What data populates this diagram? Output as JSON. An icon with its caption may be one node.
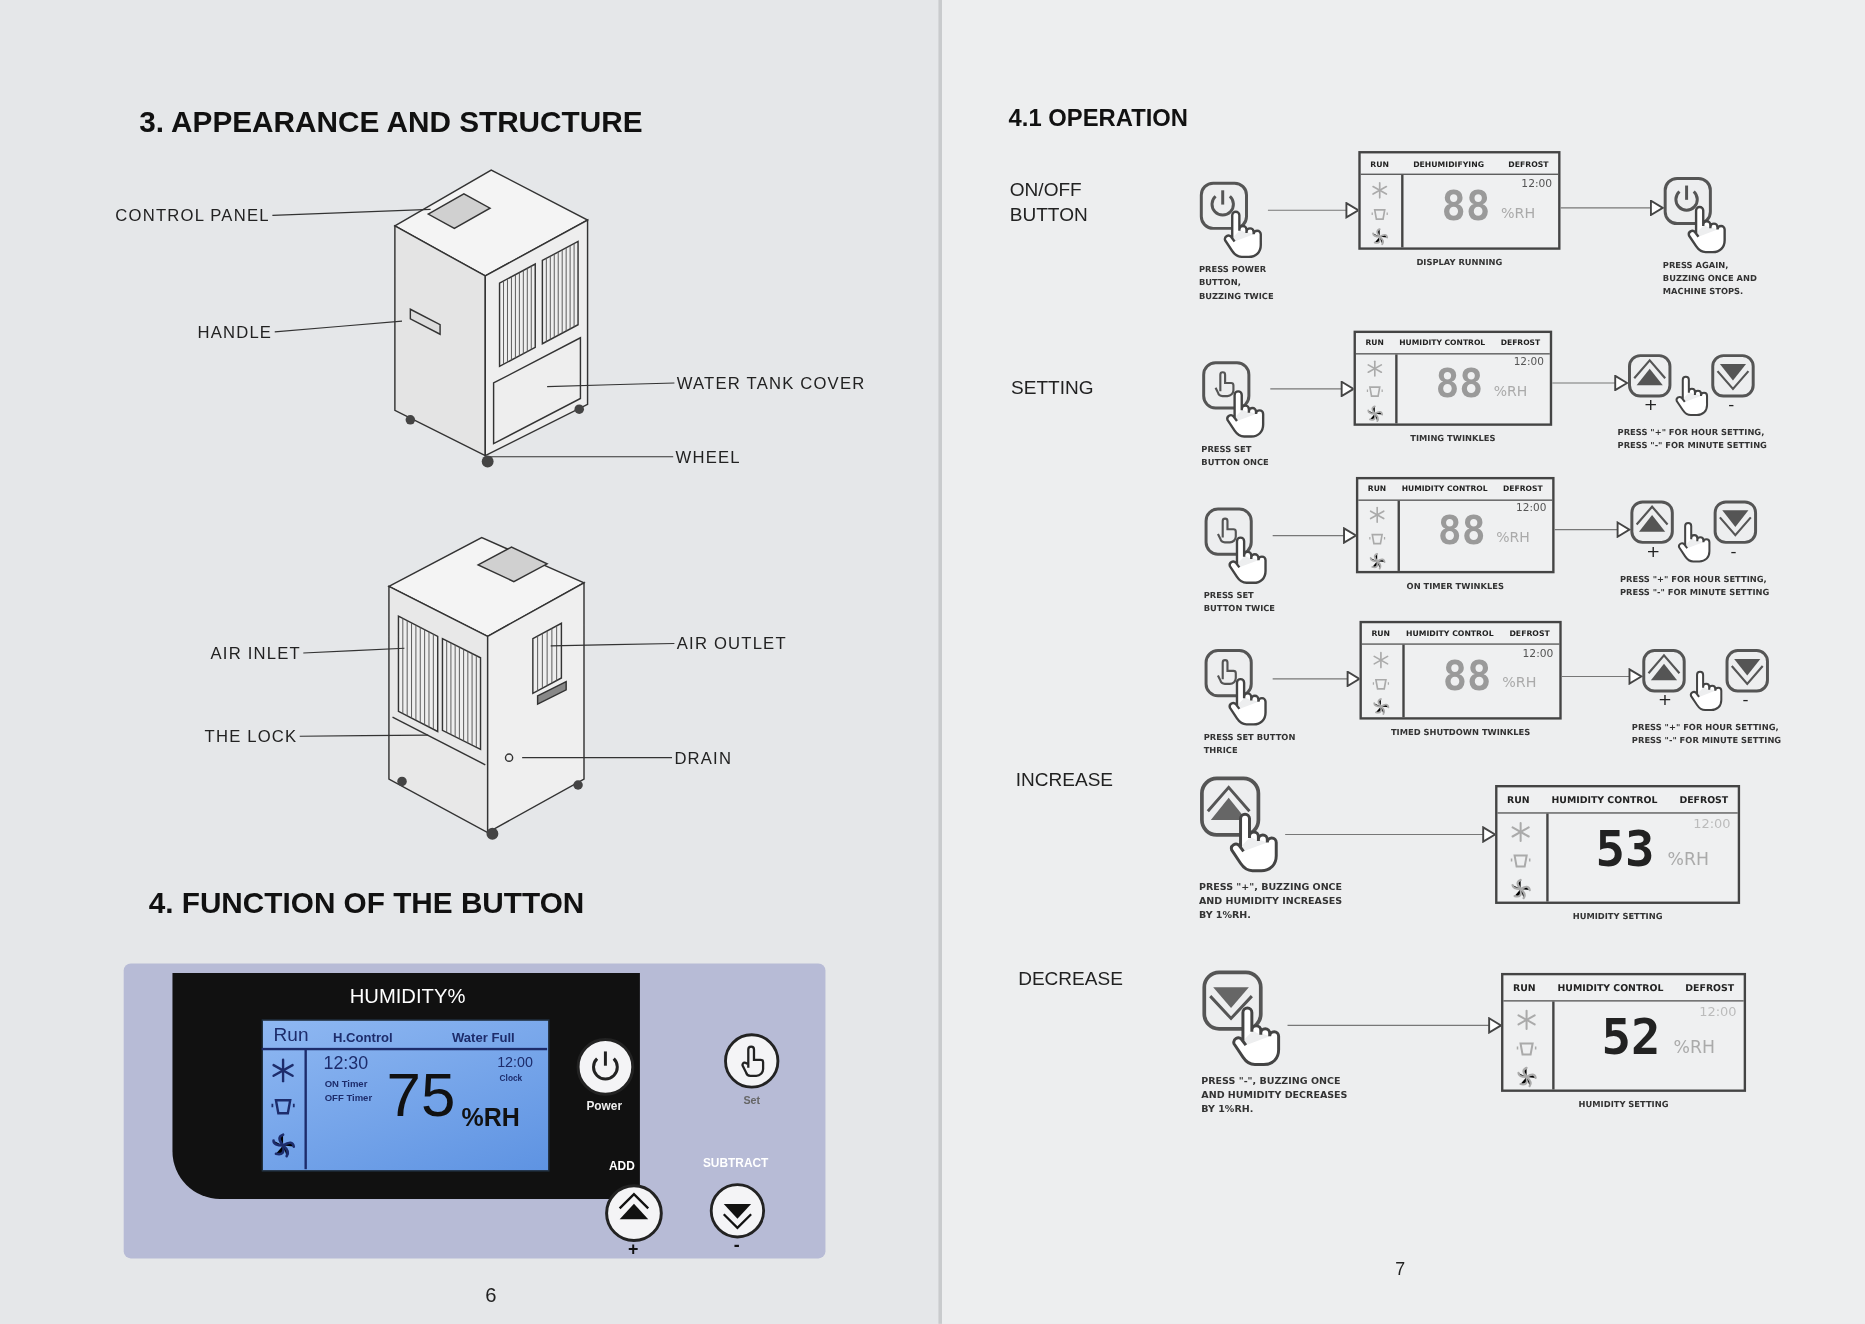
{
  "diagram": {
    "nodes": [
      {
        "text": [
          "CONTROL PANEL"
        ]
      },
      {
        "text": [
          "HANDLE"
        ]
      },
      {
        "text": [
          "WATER TANK COVER"
        ]
      },
      {
        "text": [
          "WHEEL"
        ]
      },
      {
        "text": [
          "AIR INLET"
        ]
      },
      {
        "text": [
          "THE LOCK"
        ]
      },
      {
        "text": [
          "AIR OUTLET"
        ]
      },
      {
        "text": [
          "DRAIN"
        ]
      },
      {
        "text": [
          "PRESS POWER BUTTON, BUZZING TWICE"
        ]
      },
      {
        "text": [
          "RUN",
          "DEHUMIDIFYING",
          "DEFROST",
          "12:00",
          "88",
          "%RH"
        ],
        "beside": [
          "DISPLAY RUNNING"
        ]
      },
      {
        "text": [
          "PRESS AGAIN, BUZZING ONCE AND MACHINE STOPS."
        ]
      },
      {
        "text": [
          "PRESS SET BUTTON ONCE"
        ]
      },
      {
        "text": [
          "RUN",
          "HUMIDITY CONTROL",
          "DEFROST",
          "12:00",
          "88",
          "%RH"
        ],
        "beside": [
          "TIMING TWINKLES"
        ]
      },
      {
        "text": [
          "+",
          "-",
          "PRESS \"+\" FOR HOUR SETTING, PRESS \"-\" FOR MINUTE SETTING"
        ]
      },
      {
        "text": [
          "PRESS SET BUTTON TWICE"
        ]
      },
      {
        "text": [
          "RUN",
          "HUMIDITY CONTROL",
          "DEFROST",
          "12:00",
          "88",
          "%RH"
        ],
        "beside": [
          "ON TIMER TWINKLES"
        ]
      },
      {
        "text": [
          "+",
          "-",
          "PRESS \"+\" FOR HOUR SETTING, PRESS \"-\" FOR MINUTE SETTING"
        ]
      },
      {
        "text": [
          "PRESS SET BUTTON THRICE"
        ]
      },
      {
        "text": [
          "RUN",
          "HUMIDITY CONTROL",
          "DEFROST",
          "12:00",
          "88",
          "%RH"
        ],
        "beside": [
          "TIMED SHUTDOWN TWINKLES"
        ]
      },
      {
        "text": [
          "+",
          "-",
          "PRESS \"+\" FOR HOUR SETTING, PRESS \"-\" FOR MINUTE SETTING"
        ]
      },
      {
        "text": [
          "PRESS \"+\", BUZZING ONCE AND HUMIDITY INCREASES BY 1%RH."
        ]
      },
      {
        "text": [
          "RUN",
          "HUMIDITY CONTROL",
          "DEFROST",
          "12:00",
          "53",
          "%RH"
        ],
        "beside": [
          "HUMIDITY SETTING"
        ]
      },
      {
        "text": [
          "PRESS \"-\", BUZZING ONCE AND HUMIDITY DECREASES BY 1%RH."
        ]
      },
      {
        "text": [
          "RUN",
          "HUMIDITY CONTROL",
          "DEFROST",
          "12:00",
          "52",
          "%RH"
        ],
        "beside": [
          "HUMIDITY SETTING"
        ]
      }
    ],
    "edges": [
      {
        "from": 0,
        "to": null,
        "arrow": "none"
      },
      {
        "from": 1,
        "to": null,
        "arrow": "none"
      },
      {
        "from": 2,
        "to": null,
        "arrow": "none"
      },
      {
        "from": 3,
        "to": null,
        "arrow": "none"
      },
      {
        "from": 4,
        "to": null,
        "arrow": "none"
      },
      {
        "from": 5,
        "to": null,
        "arrow": "none"
      },
      {
        "from": 6,
        "to": null,
        "arrow": "none"
      },
      {
        "from": 7,
        "to": null,
        "arrow": "none"
      },
      {
        "from": 8,
        "to": 9,
        "arrow": "to"
      },
      {
        "from": 9,
        "to": 10,
        "arrow": "to"
      },
      {
        "from": 11,
        "to": 12,
        "arrow": "to"
      },
      {
        "from": 12,
        "to": 13,
        "arrow": "to"
      },
      {
        "from": 14,
        "to": 15,
        "arrow": "to"
      },
      {
        "from": 15,
        "to": 16,
        "arrow": "to"
      },
      {
        "from": 17,
        "to": 18,
        "arrow": "to"
      },
      {
        "from": 18,
        "to": 19,
        "arrow": "to"
      },
      {
        "from": 20,
        "to": 21,
        "arrow": "to"
      },
      {
        "from": 22,
        "to": 23,
        "arrow": "to"
      }
    ],
    "labels": [
      "3. APPEARANCE AND STRUCTURE",
      "4. FUNCTION OF THE BUTTON",
      "HUMIDITY%",
      "Run",
      "H.Control",
      "Water Full",
      "12:30",
      "ON Timer",
      "OFF Timer",
      "12:00",
      "Clock",
      "75",
      "%RH",
      "Power",
      "Set",
      "ADD",
      "SUBTRACT",
      "+",
      "-",
      "6",
      "4.1 OPERATION",
      "ON/OFF BUTTON",
      "SETTING",
      "INCREASE",
      "DECREASE",
      "7"
    ]
  }
}
